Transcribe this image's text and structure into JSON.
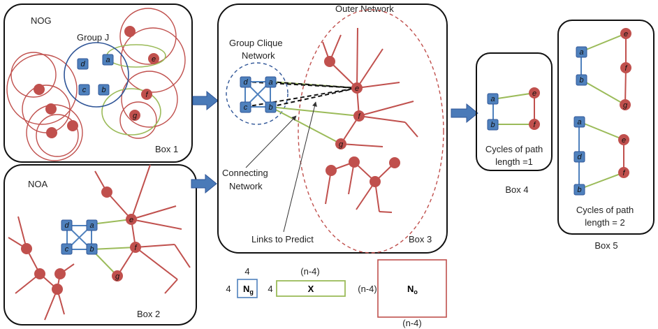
{
  "boxes": {
    "box1": "Box 1",
    "box2": "Box 2",
    "box3": "Box 3",
    "box4": "Box 4",
    "box5": "Box 5"
  },
  "labels": {
    "nog": "NOG",
    "noa": "NOA",
    "group_j": "Group J",
    "group_clique_1": "Group Clique",
    "group_clique_2": "Network",
    "outer_network": "Outer Network",
    "connecting_1": "Connecting",
    "connecting_2": "Network",
    "links_to_predict": "Links to Predict",
    "cycles1_1": "Cycles of path",
    "cycles1_2": "length =1",
    "cycles2_1": "Cycles of path",
    "cycles2_2": "length = 2"
  },
  "nodes": {
    "a": "a",
    "b": "b",
    "c": "c",
    "d": "d",
    "e": "e",
    "f": "f",
    "g": "g"
  },
  "matrix": {
    "ng": "N",
    "ng_sub": "g",
    "x": "X",
    "no": "N",
    "no_sub": "o",
    "dim4_top": "4",
    "dim4_left": "4",
    "dim4_x_left": "4",
    "dim_n4_top": "(n-4)",
    "dim_n4_left": "(n-4)",
    "dim_n4_bottom": "(n-4)"
  },
  "colors": {
    "blue": "#4f81bd",
    "blue_dark": "#2f5597",
    "red": "#c0504d",
    "green": "#9bbb59",
    "arrow": "#4a7ab8"
  }
}
